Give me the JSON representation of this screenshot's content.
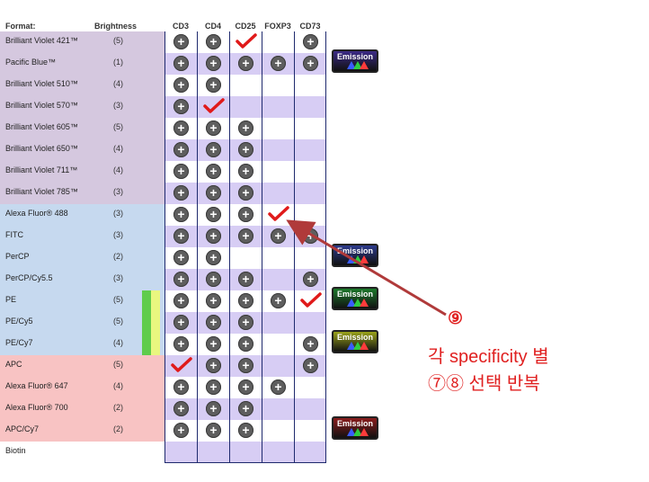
{
  "header": {
    "format_label": "Format:",
    "brightness_label": "Brightness",
    "columns": [
      "CD3",
      "CD4",
      "CD25",
      "FOXP3",
      "CD73"
    ]
  },
  "rows": [
    {
      "name": "Brilliant Violet 421™",
      "brightness": "(5)",
      "band": "#d5c8df",
      "cells": [
        "plus",
        "plus",
        "check",
        "",
        "plus"
      ]
    },
    {
      "name": "Pacific Blue™",
      "brightness": "(1)",
      "band": "#d5c8df",
      "cells": [
        "plus",
        "plus",
        "plus",
        "plus",
        "plus"
      ]
    },
    {
      "name": "Brilliant Violet 510™",
      "brightness": "(4)",
      "band": "#d5c8df",
      "cells": [
        "plus",
        "plus",
        "",
        "",
        ""
      ]
    },
    {
      "name": "Brilliant Violet 570™",
      "brightness": "(3)",
      "band": "#d5c8df",
      "cells": [
        "plus",
        "check",
        "",
        "",
        ""
      ]
    },
    {
      "name": "Brilliant Violet 605™",
      "brightness": "(5)",
      "band": "#d5c8df",
      "cells": [
        "plus",
        "plus",
        "plus",
        "",
        ""
      ]
    },
    {
      "name": "Brilliant Violet 650™",
      "brightness": "(4)",
      "band": "#d5c8df",
      "cells": [
        "plus",
        "plus",
        "plus",
        "",
        ""
      ]
    },
    {
      "name": "Brilliant Violet 711™",
      "brightness": "(4)",
      "band": "#d5c8df",
      "cells": [
        "plus",
        "plus",
        "plus",
        "",
        ""
      ]
    },
    {
      "name": "Brilliant Violet 785™",
      "brightness": "(3)",
      "band": "#d5c8df",
      "cells": [
        "plus",
        "plus",
        "plus",
        "",
        ""
      ]
    },
    {
      "name": "Alexa Fluor® 488",
      "brightness": "(3)",
      "band": "#c6d9ef",
      "cells": [
        "plus",
        "plus",
        "plus",
        "check",
        ""
      ]
    },
    {
      "name": "FITC",
      "brightness": "(3)",
      "band": "#c6d9ef",
      "cells": [
        "plus",
        "plus",
        "plus",
        "plus",
        "plus"
      ]
    },
    {
      "name": "PerCP",
      "brightness": "(2)",
      "band": "#c6d9ef",
      "cells": [
        "plus",
        "plus",
        "",
        "",
        ""
      ]
    },
    {
      "name": "PerCP/Cy5.5",
      "brightness": "(3)",
      "band": "#c6d9ef",
      "cells": [
        "plus",
        "plus",
        "plus",
        "",
        "plus"
      ]
    },
    {
      "name": "PE",
      "brightness": "(5)",
      "band": "#c6d9ef",
      "cells": [
        "plus",
        "plus",
        "plus",
        "plus",
        "check"
      ]
    },
    {
      "name": "PE/Cy5",
      "brightness": "(5)",
      "band": "#c6d9ef",
      "cells": [
        "plus",
        "plus",
        "plus",
        "",
        ""
      ]
    },
    {
      "name": "PE/Cy7",
      "brightness": "(4)",
      "band": "#c6d9ef",
      "cells": [
        "plus",
        "plus",
        "plus",
        "",
        "plus"
      ]
    },
    {
      "name": "APC",
      "brightness": "(5)",
      "band": "#f8c3c3",
      "cells": [
        "check",
        "plus",
        "plus",
        "",
        "plus"
      ]
    },
    {
      "name": "Alexa Fluor® 647",
      "brightness": "(4)",
      "band": "#f8c3c3",
      "cells": [
        "plus",
        "plus",
        "plus",
        "plus",
        ""
      ]
    },
    {
      "name": "Alexa Fluor® 700",
      "brightness": "(2)",
      "band": "#f8c3c3",
      "cells": [
        "plus",
        "plus",
        "plus",
        "",
        ""
      ]
    },
    {
      "name": "APC/Cy7",
      "brightness": "(2)",
      "band": "#f8c3c3",
      "cells": [
        "plus",
        "plus",
        "plus",
        "",
        ""
      ]
    },
    {
      "name": "Biotin",
      "brightness": "",
      "band": "#ffffff",
      "cells": [
        "",
        "",
        "",
        "",
        ""
      ]
    }
  ],
  "emission_buttons": [
    {
      "label": "Emission",
      "color": "#3b2a86",
      "row": 1
    },
    {
      "label": "Emission",
      "color": "#2c3a8c",
      "row": 10
    },
    {
      "label": "Emission",
      "color": "#1d7a2c",
      "row": 12
    },
    {
      "label": "Emission",
      "color": "#9aa21a",
      "row": 14
    },
    {
      "label": "Emission",
      "color": "#8a1c1c",
      "row": 18
    }
  ],
  "annotation": {
    "step_number": "⑨",
    "line1": "각 specificity 별",
    "line2": "⑦⑧  선택 반복",
    "color": "#e02020",
    "arrow_color": "#b03a3a"
  },
  "colors": {
    "stripe_a": "#d7cdf4",
    "stripe_b": "#ffffff",
    "grid_border": "#1f2a6e",
    "check_red": "#e01a1a",
    "plus_gray": "#5e5e5e"
  }
}
